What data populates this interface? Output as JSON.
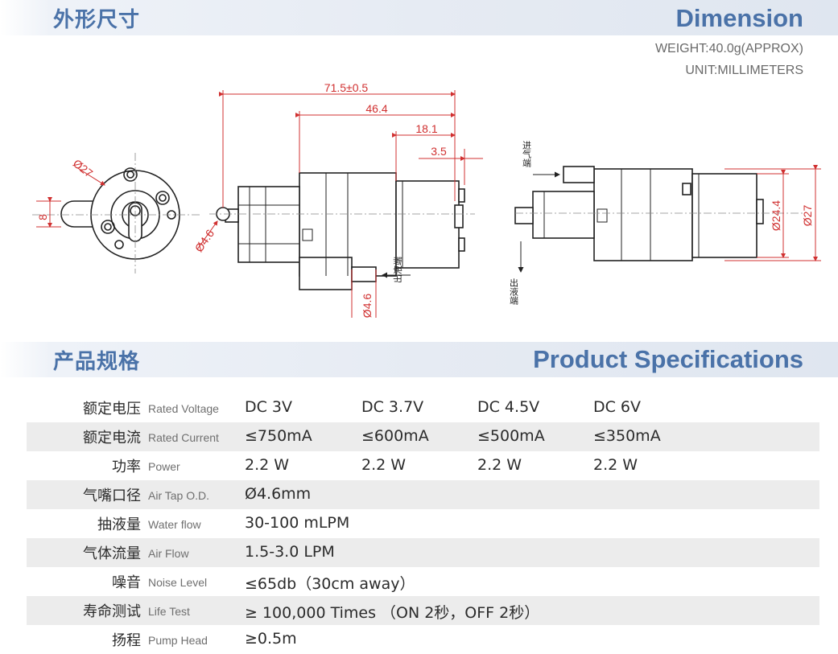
{
  "dimension": {
    "title_cn": "外形尺寸",
    "title_en": "Dimension",
    "weight": "WEIGHT:40.0g(APPROX)",
    "unit": "UNIT:MILLIMETERS",
    "labels": {
      "overall": "71.5±0.5",
      "body": "46.4",
      "motor": "18.1",
      "terminal": "3.5",
      "face_dia": "Ø27",
      "nozzle_w": "8",
      "tap_dia_left": "Ø4.6",
      "tap_dia_bottom": "Ø4.6",
      "outlet_cn": "出液端",
      "inlet_cn": "进气端",
      "outlet_cn2": "出液端",
      "motor_dia": "Ø24.4",
      "case_dia": "Ø27"
    }
  },
  "specs": {
    "title_cn": "产品规格",
    "title_en": "Product Specifications",
    "rows": [
      {
        "cn": "额定电压",
        "en": "Rated Voltage",
        "values": [
          "DC 3V",
          "DC 3.7V",
          "DC 4.5V",
          "DC 6V"
        ]
      },
      {
        "cn": "额定电流",
        "en": "Rated Current",
        "values": [
          "≤750mA",
          "≤600mA",
          "≤500mA",
          "≤350mA"
        ]
      },
      {
        "cn": "功率",
        "en": "Power",
        "values": [
          "2.2 W",
          "2.2 W",
          "2.2 W",
          "2.2 W"
        ]
      },
      {
        "cn": "气嘴口径",
        "en": "Air Tap O.D.",
        "values": [
          "Ø4.6mm"
        ]
      },
      {
        "cn": "抽液量",
        "en": "Water flow",
        "values": [
          "30-100 mLPM"
        ]
      },
      {
        "cn": "气体流量",
        "en": "Air Flow",
        "values": [
          "1.5-3.0 LPM"
        ]
      },
      {
        "cn": "噪音",
        "en": "Noise Level",
        "values": [
          "≤65db（30cm away）"
        ]
      },
      {
        "cn": "寿命测试",
        "en": "Life Test",
        "values": [
          "≥ 100,000 Times （ON 2秒，OFF 2秒）"
        ]
      },
      {
        "cn": "扬程",
        "en": "Pump Head",
        "values": [
          "≥0.5m"
        ]
      }
    ]
  }
}
